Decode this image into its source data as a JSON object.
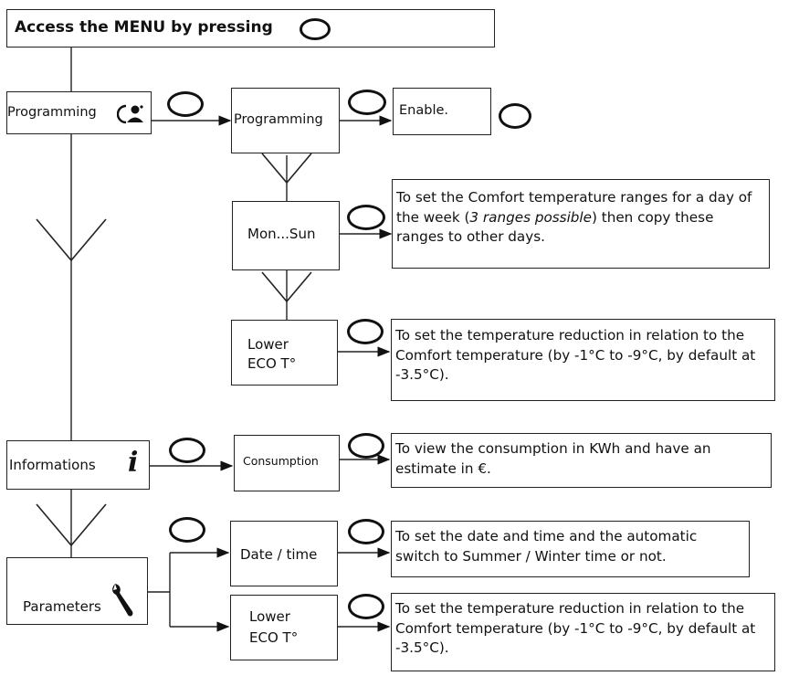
{
  "title": {
    "text": "Access the MENU by pressing"
  },
  "programming": {
    "label": "Programming",
    "sub_label": "Programming",
    "enable": "Enable.",
    "mon_sun": "Mon...Sun",
    "mon_sun_desc": "To set the Comfort temperature ranges for a day of the week (3 ranges possible) then copy these ranges to other days.",
    "mon_sun_desc_a": "To set the Comfort temperature ranges for a day of the week (",
    "mon_sun_desc_italic": "3 ranges possible",
    "mon_sun_desc_b": ") then copy these ranges to other days.",
    "lower_eco_1": "Lower",
    "lower_eco_2": "ECO T°",
    "lower_eco_desc": "To set the temperature reduction in relation to the Comfort temperature (by -1°C to -9°C, by default at -3.5°C)."
  },
  "informations": {
    "label": "Informations",
    "icon": "i",
    "consumption": "Consumption",
    "consumption_desc": "To view the consumption in KWh and have an estimate in €."
  },
  "parameters": {
    "label": "Parameters",
    "date_time": "Date / time",
    "date_time_desc": "To set the date and time and the automatic switch to Summer / Winter time or not.",
    "lower_eco_1": "Lower",
    "lower_eco_2": "ECO T°",
    "lower_eco_desc": "To set the temperature reduction in relation to the Comfort temperature (by -1°C to -9°C, by default at -3.5°C)."
  },
  "icons": {
    "ok_button": "ok-button-icon",
    "programming": "clock-person-icon",
    "info": "info-icon",
    "wrench": "wrench-icon"
  }
}
